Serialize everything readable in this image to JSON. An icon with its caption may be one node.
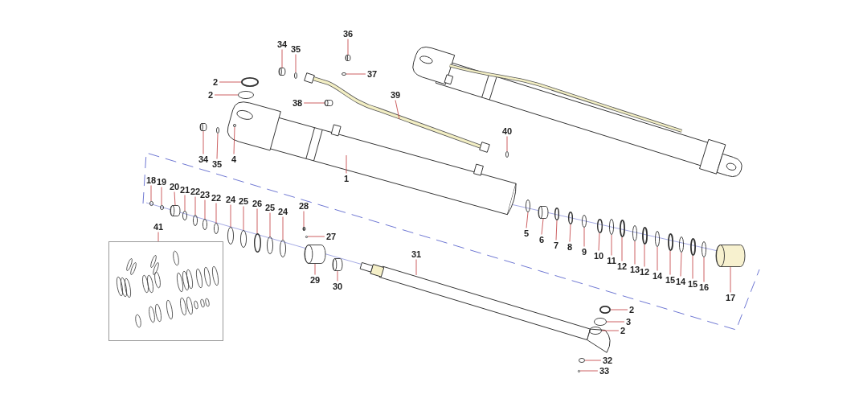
{
  "diagram": {
    "nodes": [
      {
        "text": [
          "36"
        ]
      },
      {
        "text": [
          "34"
        ]
      },
      {
        "text": [
          "35"
        ]
      },
      {
        "text": [
          "37"
        ]
      },
      {
        "text": [
          "2"
        ]
      },
      {
        "text": [
          "39"
        ]
      },
      {
        "text": [
          "2"
        ]
      },
      {
        "text": [
          "38"
        ]
      },
      {
        "text": [
          "40"
        ]
      },
      {
        "text": [
          "34"
        ]
      },
      {
        "text": [
          "4"
        ]
      },
      {
        "text": [
          "35"
        ]
      },
      {
        "text": [
          "1"
        ]
      },
      {
        "text": [
          "18"
        ]
      },
      {
        "text": [
          "19"
        ]
      },
      {
        "text": [
          "20"
        ]
      },
      {
        "text": [
          "21"
        ]
      },
      {
        "text": [
          "22"
        ]
      },
      {
        "text": [
          "23"
        ]
      },
      {
        "text": [
          "22"
        ]
      },
      {
        "text": [
          "24"
        ]
      },
      {
        "text": [
          "25"
        ]
      },
      {
        "text": [
          "26"
        ]
      },
      {
        "text": [
          "28"
        ]
      },
      {
        "text": [
          "25"
        ]
      },
      {
        "text": [
          "24"
        ]
      },
      {
        "text": [
          "41"
        ]
      },
      {
        "text": [],
        "shape": "box"
      },
      {
        "text": [
          "5"
        ]
      },
      {
        "text": [
          "27"
        ]
      },
      {
        "text": [
          "6"
        ]
      },
      {
        "text": [
          "7"
        ]
      },
      {
        "text": [
          "8"
        ]
      },
      {
        "text": [
          "9"
        ]
      },
      {
        "text": [
          "10"
        ]
      },
      {
        "text": [
          "11"
        ]
      },
      {
        "text": [
          "12"
        ]
      },
      {
        "text": [
          "13"
        ]
      },
      {
        "text": [
          "31"
        ]
      },
      {
        "text": [
          "12"
        ]
      },
      {
        "text": [
          "14"
        ]
      },
      {
        "text": [
          "29"
        ]
      },
      {
        "text": [
          "15"
        ]
      },
      {
        "text": [
          "14"
        ]
      },
      {
        "text": [
          "30"
        ]
      },
      {
        "text": [
          "15"
        ]
      },
      {
        "text": [
          "16"
        ]
      },
      {
        "text": [
          "17"
        ]
      },
      {
        "text": [
          "2"
        ]
      },
      {
        "text": [
          "3"
        ]
      },
      {
        "text": [
          "2"
        ]
      },
      {
        "text": [
          "32"
        ]
      },
      {
        "text": [
          "33"
        ]
      },
      {
        "text": [],
        "shape": "cylinder"
      },
      {
        "text": [],
        "shape": "cylinder"
      },
      {
        "text": [],
        "shape": "circle"
      },
      {
        "text": [],
        "shape": "circle"
      },
      {
        "text": [],
        "shape": "circle"
      },
      {
        "text": [],
        "shape": "circle"
      },
      {
        "text": [],
        "shape": "cylinder"
      },
      {
        "text": [],
        "shape": "circle"
      },
      {
        "text": [],
        "shape": "cylinder"
      },
      {
        "text": [],
        "shape": "circle"
      },
      {
        "text": [],
        "shape": "circle"
      },
      {
        "text": [],
        "shape": "circle"
      },
      {
        "text": [],
        "shape": "circle"
      },
      {
        "text": [],
        "shape": "cylinder"
      },
      {
        "text": [],
        "shape": "circle"
      },
      {
        "text": [],
        "shape": "circle"
      },
      {
        "text": [],
        "shape": "circle"
      },
      {
        "text": [],
        "shape": "circle"
      },
      {
        "text": [],
        "shape": "circle"
      },
      {
        "text": [],
        "shape": "circle"
      },
      {
        "text": [],
        "shape": "circle"
      },
      {
        "text": [],
        "shape": "cylinder"
      },
      {
        "text": [],
        "shape": "circle"
      },
      {
        "text": [],
        "shape": "circle"
      },
      {
        "text": [],
        "shape": "circle"
      },
      {
        "text": [],
        "shape": "circle"
      },
      {
        "text": [],
        "shape": "cylinder"
      },
      {
        "text": [],
        "shape": "circle"
      },
      {
        "text": [],
        "shape": "circle"
      },
      {
        "text": [],
        "shape": "circle"
      },
      {
        "text": [],
        "shape": "circle"
      },
      {
        "text": [],
        "shape": "circle"
      },
      {
        "text": [],
        "shape": "circle"
      },
      {
        "text": [],
        "shape": "circle"
      },
      {
        "text": [],
        "shape": "circle"
      },
      {
        "text": [],
        "shape": "circle"
      },
      {
        "text": [],
        "shape": "cylinder"
      },
      {
        "text": [],
        "shape": "circle"
      },
      {
        "text": [],
        "shape": "circle"
      },
      {
        "text": [],
        "shape": "cylinder"
      },
      {
        "text": [],
        "shape": "circle"
      },
      {
        "text": [],
        "shape": "circle"
      },
      {
        "text": [],
        "shape": "cylinder"
      },
      {
        "text": [],
        "shape": "circle"
      },
      {
        "text": [],
        "shape": "circle"
      },
      {
        "text": [],
        "shape": "circle"
      },
      {
        "text": [],
        "shape": "circle"
      },
      {
        "text": [],
        "shape": "circle"
      }
    ],
    "edges": [
      {
        "from": 0,
        "to": 53,
        "arrow": "none"
      },
      {
        "from": 1,
        "to": 54,
        "arrow": "none"
      },
      {
        "from": 2,
        "to": 55,
        "arrow": "none"
      },
      {
        "from": 3,
        "to": 56,
        "arrow": "none"
      },
      {
        "from": 4,
        "to": 57,
        "arrow": "none"
      },
      {
        "from": 5,
        "to": null,
        "arrow": "none"
      },
      {
        "from": 6,
        "to": 58,
        "arrow": "none"
      },
      {
        "from": 7,
        "to": 59,
        "arrow": "none"
      },
      {
        "from": 8,
        "to": 60,
        "arrow": "none"
      },
      {
        "from": 9,
        "to": 61,
        "arrow": "none"
      },
      {
        "from": 10,
        "to": 62,
        "arrow": "none"
      },
      {
        "from": 11,
        "to": 63,
        "arrow": "none"
      },
      {
        "from": 12,
        "to": null,
        "arrow": "none"
      },
      {
        "from": 13,
        "to": 64,
        "arrow": "none"
      },
      {
        "from": 14,
        "to": 65,
        "arrow": "none"
      },
      {
        "from": 15,
        "to": 66,
        "arrow": "none"
      },
      {
        "from": 16,
        "to": 67,
        "arrow": "none"
      },
      {
        "from": 17,
        "to": 68,
        "arrow": "none"
      },
      {
        "from": 18,
        "to": 69,
        "arrow": "none"
      },
      {
        "from": 19,
        "to": 70,
        "arrow": "none"
      },
      {
        "from": 20,
        "to": 71,
        "arrow": "none"
      },
      {
        "from": 21,
        "to": 72,
        "arrow": "none"
      },
      {
        "from": 22,
        "to": 73,
        "arrow": "none"
      },
      {
        "from": 23,
        "to": 74,
        "arrow": "none"
      },
      {
        "from": 24,
        "to": 75,
        "arrow": "none"
      },
      {
        "from": 25,
        "to": 76,
        "arrow": "none"
      },
      {
        "from": 26,
        "to": 27,
        "arrow": "none"
      },
      {
        "from": 28,
        "to": 77,
        "arrow": "none"
      },
      {
        "from": 29,
        "to": 78,
        "arrow": "none"
      },
      {
        "from": 30,
        "to": 79,
        "arrow": "none"
      },
      {
        "from": 31,
        "to": 80,
        "arrow": "none"
      },
      {
        "from": 32,
        "to": 81,
        "arrow": "none"
      },
      {
        "from": 33,
        "to": 82,
        "arrow": "none"
      },
      {
        "from": 34,
        "to": 83,
        "arrow": "none"
      },
      {
        "from": 35,
        "to": 84,
        "arrow": "none"
      },
      {
        "from": 36,
        "to": 85,
        "arrow": "none"
      },
      {
        "from": 37,
        "to": 86,
        "arrow": "none"
      },
      {
        "from": 38,
        "to": null,
        "arrow": "none"
      },
      {
        "from": 39,
        "to": 87,
        "arrow": "none"
      },
      {
        "from": 40,
        "to": 88,
        "arrow": "none"
      },
      {
        "from": 41,
        "to": 89,
        "arrow": "none"
      },
      {
        "from": 42,
        "to": 90,
        "arrow": "none"
      },
      {
        "from": 43,
        "to": 91,
        "arrow": "none"
      },
      {
        "from": 44,
        "to": 92,
        "arrow": "none"
      },
      {
        "from": 45,
        "to": 93,
        "arrow": "none"
      },
      {
        "from": 46,
        "to": 94,
        "arrow": "none"
      },
      {
        "from": 47,
        "to": 95,
        "arrow": "none"
      },
      {
        "from": 48,
        "to": 96,
        "arrow": "none"
      },
      {
        "from": 49,
        "to": 97,
        "arrow": "none"
      },
      {
        "from": 50,
        "to": 98,
        "arrow": "none"
      },
      {
        "from": 51,
        "to": 99,
        "arrow": "none"
      },
      {
        "from": 52,
        "to": 100,
        "arrow": "none"
      }
    ]
  }
}
